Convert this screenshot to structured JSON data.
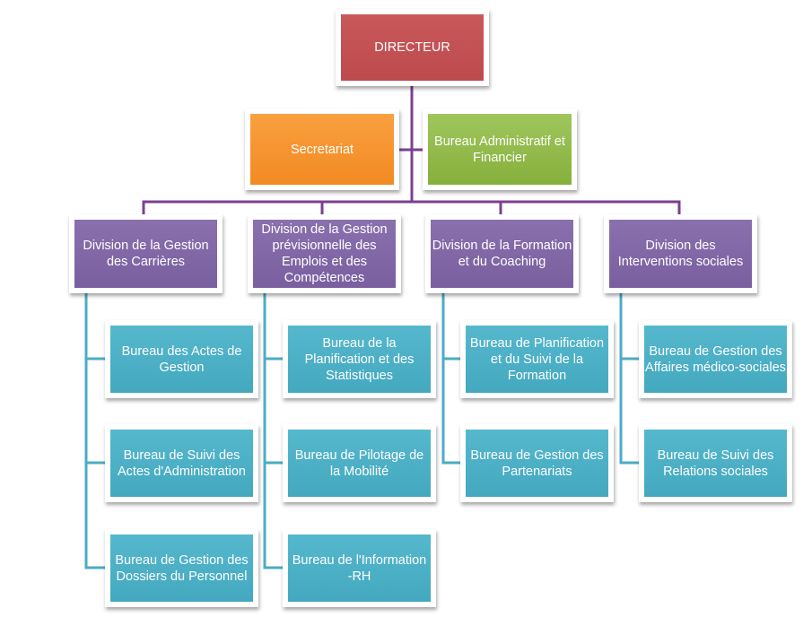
{
  "title": "",
  "colors": {
    "director": "#c0504d",
    "secretariat": "#f79646",
    "admin": "#9bbb59",
    "division": "#8064a2",
    "bureau": "#4bacc6",
    "connector_top": "#7b3f8f",
    "connector_sub": "#4bacc6"
  },
  "nodes": {
    "directeur": "DIRECTEUR",
    "secretariat": "Secretariat",
    "admin": "Bureau Administratif et Financier",
    "divisions": [
      {
        "label": "Division de la Gestion des Carrières",
        "bureaus": [
          "Bureau des Actes de Gestion",
          "Bureau de Suivi des Actes d'Administration",
          "Bureau de Gestion des Dossiers du Personnel"
        ]
      },
      {
        "label": "Division de la Gestion prévisionnelle des Emplois et des Compétences",
        "bureaus": [
          "Bureau de la Planification et des Statistiques",
          "Bureau de Pilotage de la Mobilité",
          "Bureau de l'Information -RH"
        ]
      },
      {
        "label": "Division de la Formation et du Coaching",
        "bureaus": [
          "Bureau de Planification et du Suivi de la Formation",
          "Bureau de Gestion des Partenariats"
        ]
      },
      {
        "label": "Division des Interventions sociales",
        "bureaus": [
          "Bureau de Gestion des Affaires médico-sociales",
          "Bureau de Suivi des Relations sociales"
        ]
      }
    ]
  }
}
